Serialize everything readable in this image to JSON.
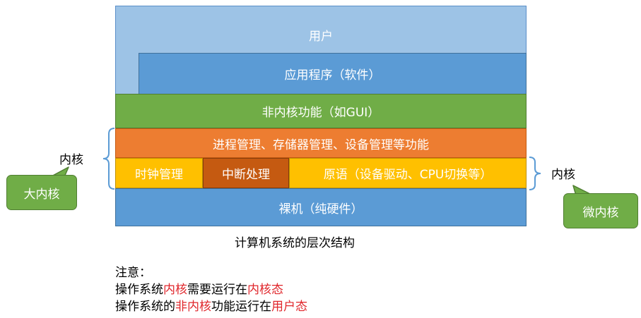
{
  "layers": {
    "user": "用户",
    "app": "应用程序（软件）",
    "non_kernel": "非内核功能（如GUI）",
    "process_mgmt": "进程管理、存储器管理、设备管理等功能",
    "clock": "时钟管理",
    "interrupt": "中断处理",
    "primitive": "原语（设备驱动、CPU切换等）",
    "bare_machine": "裸机（纯硬件）"
  },
  "labels": {
    "kernel_left": "内核",
    "kernel_right": "内核",
    "big_kernel": "大内核",
    "micro_kernel": "微内核",
    "caption": "计算机系统的层次结构"
  },
  "note": {
    "title": "注意：",
    "line1": {
      "a": "操作系统",
      "b": "内核",
      "c": "需要运行在",
      "d": "内核态"
    },
    "line2": {
      "a": "操作系统的",
      "b": "非内核",
      "c": "功能运行在",
      "d": "用户态"
    }
  },
  "colors": {
    "user_layer": "#9dc3e6",
    "blue_layer": "#5b9bd5",
    "green_layer": "#70ad47",
    "orange_layer": "#ed7d31",
    "yellow_layer": "#ffc000",
    "dark_orange_layer": "#c55a11",
    "highlight_red": "#e0262b",
    "bracket": "#5b9bd5"
  }
}
